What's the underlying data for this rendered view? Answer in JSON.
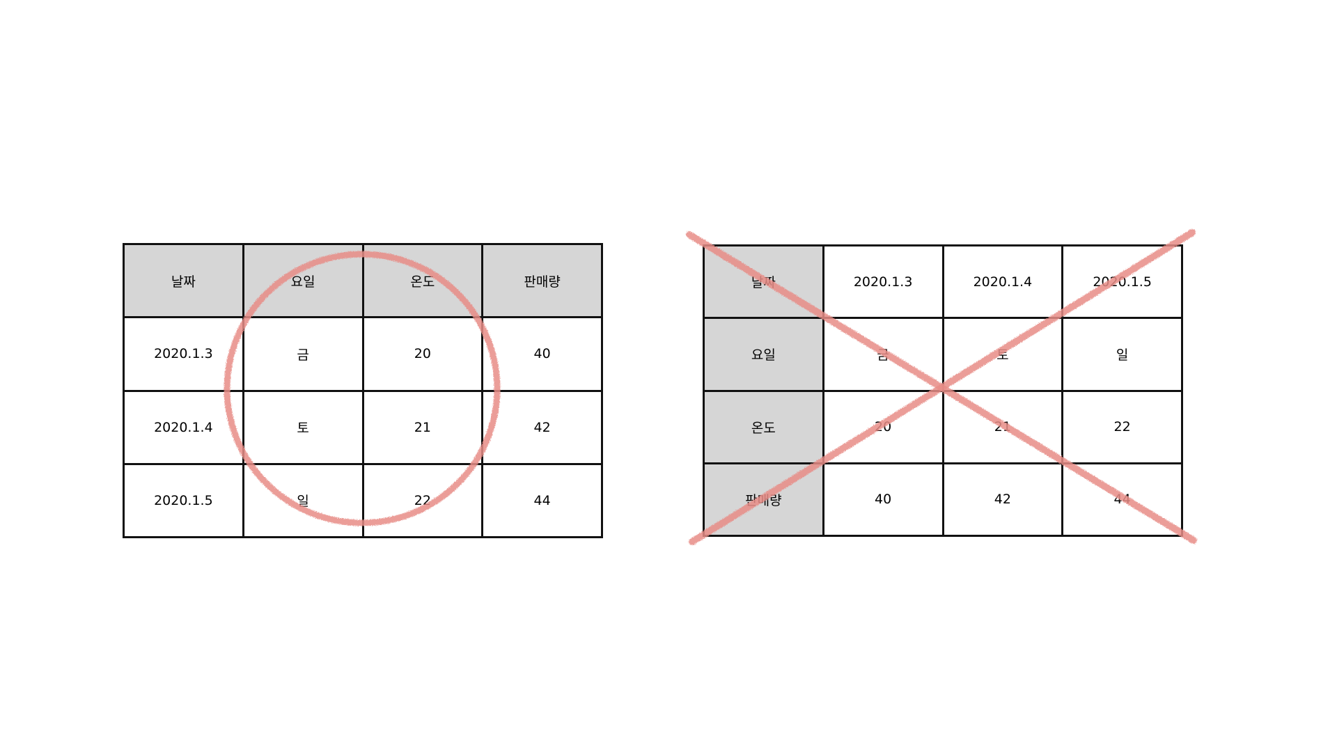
{
  "good_table": {
    "headers": [
      "날짜",
      "요일",
      "온도",
      "판매량"
    ],
    "rows": [
      [
        "2020.1.3",
        "금",
        "20",
        "40"
      ],
      [
        "2020.1.4",
        "토",
        "21",
        "42"
      ],
      [
        "2020.1.5",
        "일",
        "22",
        "44"
      ]
    ]
  },
  "bad_table": {
    "rows": [
      [
        "날짜",
        "2020.1.3",
        "2020.1.4",
        "2020.1.5"
      ],
      [
        "요일",
        "금",
        "토",
        "일"
      ],
      [
        "온도",
        "20",
        "21",
        "22"
      ],
      [
        "판매량",
        "40",
        "42",
        "44"
      ]
    ]
  },
  "colors": {
    "header_fill": "#d6d6d6",
    "cell_fill": "#ffffff",
    "grid_line": "#111111",
    "mark_red": "#e88c86"
  }
}
